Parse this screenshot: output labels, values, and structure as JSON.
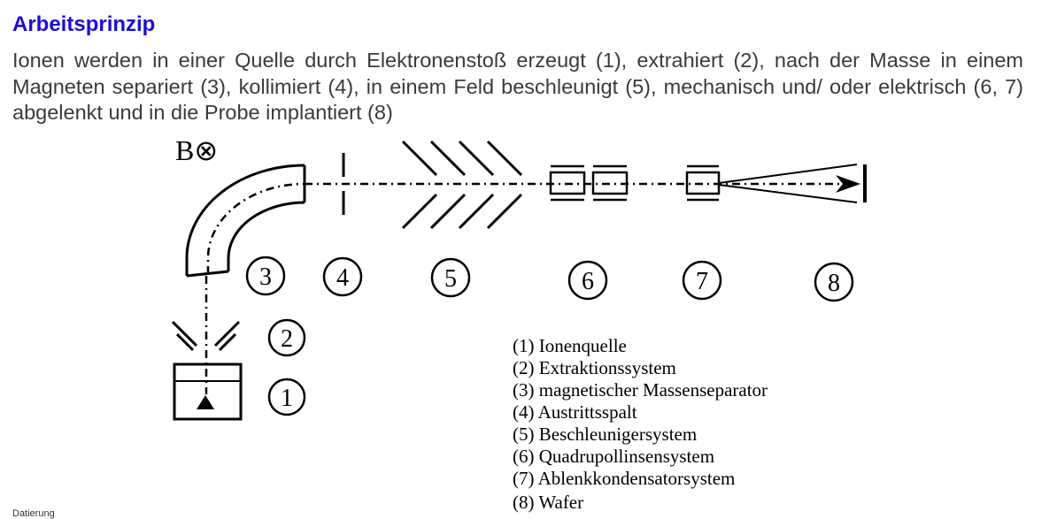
{
  "header": {
    "title": "Arbeitsprinzip"
  },
  "intro": {
    "paragraph": "Ionen werden in einer Quelle durch Elektronenstoß erzeugt (1), extrahiert (2), nach der Masse in einem Magneten separiert (3), kollimiert (4), in einem Feld beschleunigt (5), mechanisch und/ oder elektrisch (6, 7) abgelenkt und in die Probe implantiert (8)"
  },
  "diagram": {
    "field_label": "B⊗",
    "component_numbers": [
      "1",
      "2",
      "3",
      "4",
      "5",
      "6",
      "7",
      "8"
    ],
    "legend": [
      "(1) Ionenquelle",
      "(2) Extraktionssystem",
      "(3) magnetischer Massenseparator",
      "(4) Austrittsspalt",
      "(5) Beschleunigersystem",
      "(6) Quadrupollinsensystem",
      "(7) Ablenkkondensatorsystem",
      "(8) Wafer"
    ]
  },
  "footer": {
    "cut_text": "Datierung"
  }
}
